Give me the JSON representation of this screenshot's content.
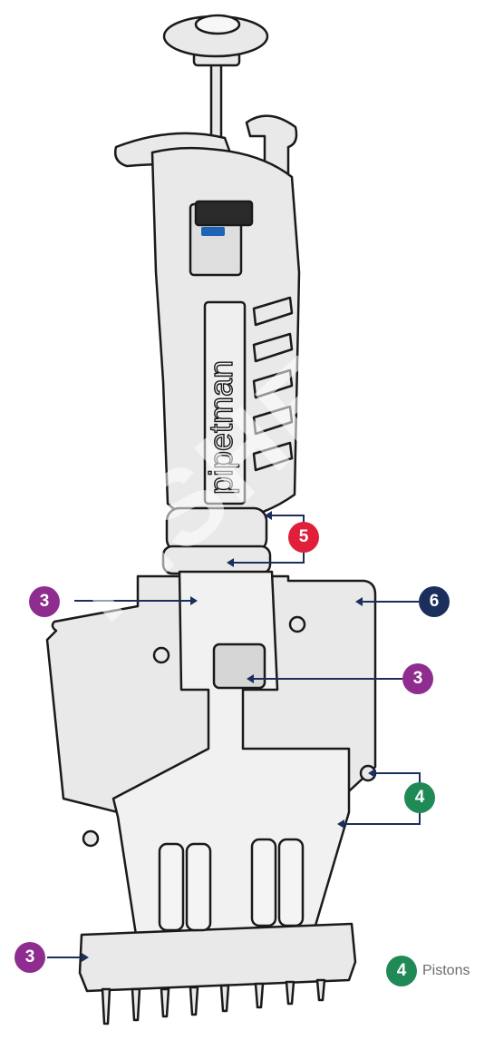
{
  "product_label": "pipetman",
  "watermark": "FISHER SCIS",
  "callouts": [
    {
      "id": "badge-3-top-left",
      "number": "3",
      "color": "#8e2d8f"
    },
    {
      "id": "badge-6",
      "number": "6",
      "color": "#1b2f5c"
    },
    {
      "id": "badge-5",
      "number": "5",
      "color": "#e0203a"
    },
    {
      "id": "badge-3-middle-right",
      "number": "3",
      "color": "#8e2d8f"
    },
    {
      "id": "badge-4",
      "number": "4",
      "color": "#1f8a56"
    },
    {
      "id": "badge-3-bottom-left",
      "number": "3",
      "color": "#8e2d8f"
    }
  ],
  "legend": {
    "number": "4",
    "label": "Pistons",
    "color": "#1f8a56"
  },
  "colors": {
    "leader": "#1b2f5c",
    "outline": "#1a1a1a",
    "body": "#e9e9e9"
  }
}
